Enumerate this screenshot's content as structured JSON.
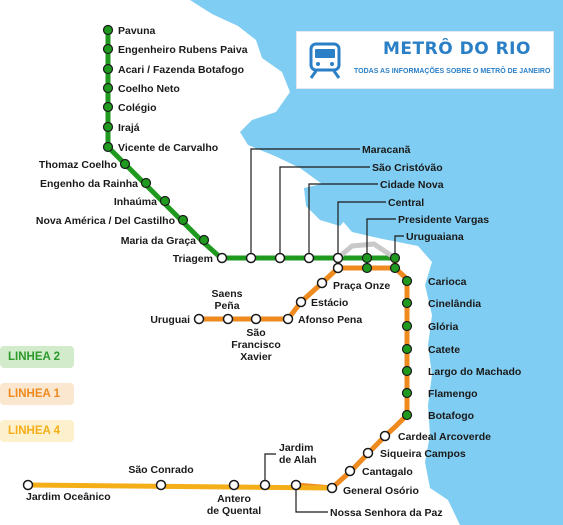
{
  "logo": {
    "title": "METRÔ DO RIO",
    "subtitle": "TODAS AS INFORMAÇÕES SOBRE O METRÔ DE JANEIRO",
    "icon": "train-icon"
  },
  "legend": [
    {
      "label": "LINHEA 2",
      "color": "#2c9a2c"
    },
    {
      "label": "LINHEA 1",
      "color": "#ee8a1e"
    },
    {
      "label": "LINHEA 4",
      "color": "#f4ae18"
    }
  ],
  "colors": {
    "line2": "#1f9a1f",
    "line1": "#ee8a1e",
    "line4": "#f4ae18",
    "shared": "#c9c9c9",
    "water": "#7fcdf2"
  },
  "stations": {
    "pavuna": "Pavuna",
    "engenheiro_rubens_paiva": "Engenheiro Rubens Paiva",
    "acari": "Acari / Fazenda Botafogo",
    "coelho_neto": "Coelho Neto",
    "colegio": "Colégio",
    "iraja": "Irajá",
    "vicente_de_carvalho": "Vicente de Carvalho",
    "thomaz_coelho": "Thomaz Coelho",
    "engenho_da_rainha": "Engenho da Rainha",
    "inhauma": "Inhaúma",
    "nova_america": "Nova América / Del Castilho",
    "maria_da_graca": "Maria da Graça",
    "triagem": "Triagem",
    "maracana": "Maracanã",
    "sao_cristovao": "São Cristóvão",
    "cidade_nova": "Cidade Nova",
    "central": "Central",
    "presidente_vargas": "Presidente Vargas",
    "uruguaiana": "Uruguaiana",
    "carioca": "Carioca",
    "cinelandia": "Cinelândia",
    "gloria": "Glória",
    "catete": "Catete",
    "largo_do_machado": "Largo do Machado",
    "flamengo": "Flamengo",
    "botafogo": "Botafogo",
    "cardeal_arcoverde": "Cardeal Arcoverde",
    "siqueira_campos": "Siqueira Campos",
    "cantagalo": "Cantagalo",
    "general_osorio": "General Osório",
    "nossa_senhora_da_paz": "Nossa Senhora da Paz",
    "praca_onze": "Praça Onze",
    "estacio": "Estácio",
    "afonso_pena": "Afonso Pena",
    "saens_pena_1": "Saens",
    "saens_pena_2": "Peña",
    "uruguai": "Uruguai",
    "sao_francisco_xavier_1": "São",
    "sao_francisco_xavier_2": "Francisco",
    "sao_francisco_xavier_3": "Xavier",
    "jardim_de_alah_1": "Jardim",
    "jardim_de_alah_2": "de Alah",
    "antero_de_quental_1": "Antero",
    "antero_de_quental_2": "de Quental",
    "sao_conrado": "São Conrado",
    "jardim_oceanico": "Jardim Oceânico"
  }
}
